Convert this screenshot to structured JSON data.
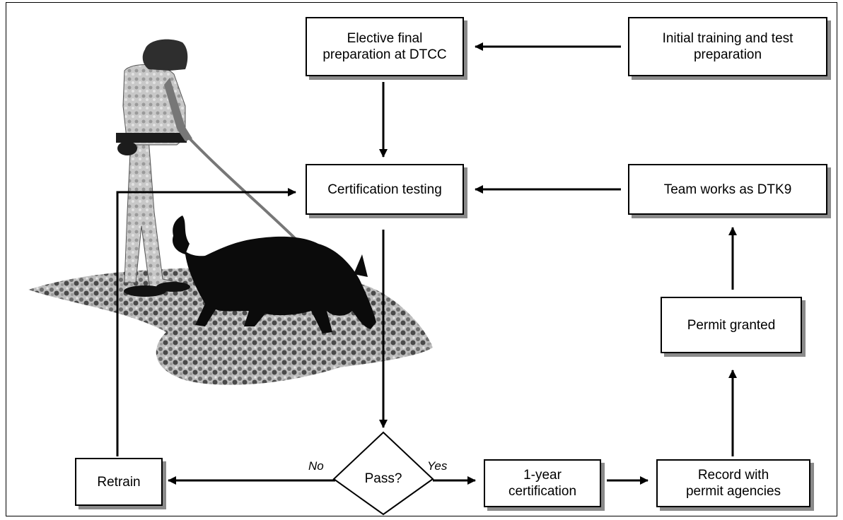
{
  "nodes": {
    "elective": "Elective final\npreparation at DTCC",
    "initial": "Initial training and test\npreparation",
    "certification": "Certification testing",
    "team": "Team works as DTK9",
    "permit_granted": "Permit granted",
    "pass": "Pass?",
    "retrain": "Retrain",
    "one_year": "1-year\ncertification",
    "record": "Record with\npermit agencies"
  },
  "edge_labels": {
    "no": "No",
    "yes": "Yes"
  },
  "colors": {
    "line": "#000000",
    "shadow": "#8a8a8a"
  },
  "illustration": "handler-with-dog"
}
